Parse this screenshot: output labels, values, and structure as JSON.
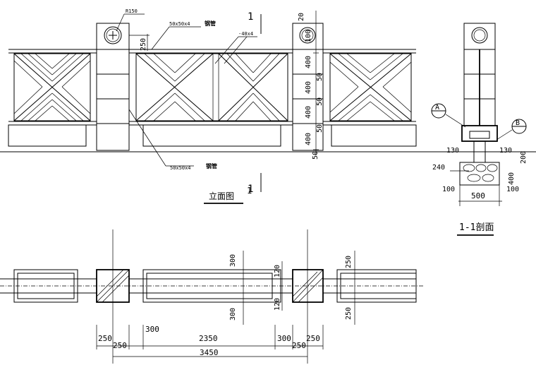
{
  "elevation": {
    "callouts": {
      "radius": "R150",
      "pipe_top": "50x50x4",
      "pipe_top_name": "钢管",
      "flat_bar": "-40x4",
      "pipe_bottom": "50x50x4",
      "pipe_bottom_name": "钢管"
    },
    "dims": {
      "top_gap": "250",
      "pillar_top": "20",
      "cap": "100",
      "seg_1": "400",
      "gap_1": "50",
      "seg_2": "400",
      "gap_2": "50",
      "seg_3": "400",
      "gap_3": "50",
      "seg_4": "400",
      "gap_4": "50"
    },
    "cut_mark": "1",
    "cut_mark_bottom": "1",
    "title": "立面图",
    "title_num": "1"
  },
  "section": {
    "marker_a": "A",
    "marker_b": "B",
    "dim_left": "130",
    "dim_right": "130",
    "dim_240": "240",
    "dim_200": "200",
    "dim_400": "400",
    "dim_100_left": "100",
    "dim_100_right": "100",
    "dim_500": "500",
    "title": "1-1剖面"
  },
  "plan": {
    "dim_300_top": "300",
    "dim_120_top": "120",
    "dim_250_top": "250",
    "dim_300_bottom": "300",
    "dim_120_bottom": "120",
    "dim_250_bottom": "250",
    "bottom_row": [
      "250",
      "250",
      "300",
      "2350",
      "300",
      "250",
      "250"
    ],
    "total": "3450"
  }
}
